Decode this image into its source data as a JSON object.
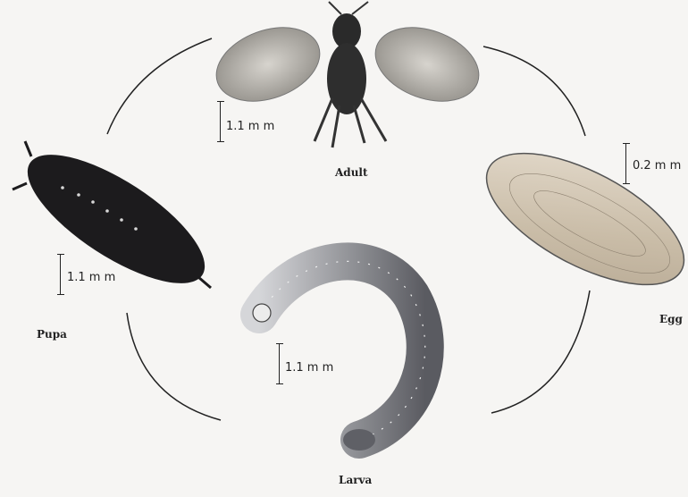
{
  "stages": {
    "adult": "Adult",
    "egg": "Egg",
    "larva": "Larva",
    "pupa": "Pupa"
  },
  "scales": {
    "adult": "1.1 m m",
    "egg": "0.2 m m",
    "larva": "1.1 m m",
    "pupa": "1.1 m m"
  },
  "colors": {
    "background": "#f6f5f3",
    "cycle_line": "#222222",
    "adult_wing": "#b9b6b0",
    "adult_body": "#2c2c2c",
    "egg_fill": "#d2c7b4",
    "pupa_fill": "#1c1b1d",
    "larva_fill": "#9a9ba0"
  }
}
